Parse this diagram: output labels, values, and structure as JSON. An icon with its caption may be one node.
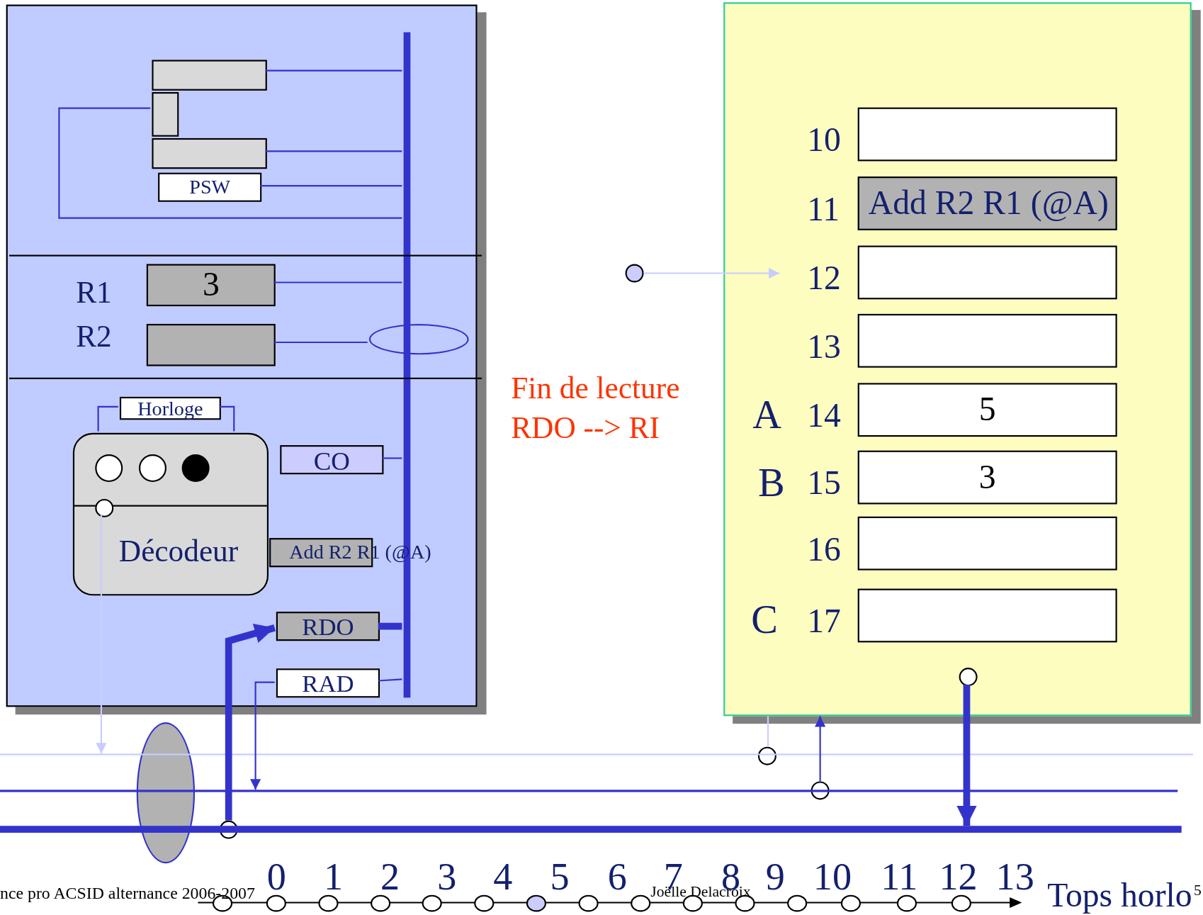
{
  "diagram": {
    "nodes": [
      {
        "text": [],
        "shape": "box"
      },
      {
        "text": [],
        "shape": "box",
        "in": 0
      },
      {
        "text": [],
        "shape": "box",
        "in": 0
      },
      {
        "text": [],
        "shape": "box",
        "in": 0
      },
      {
        "text": [
          "PSW"
        ],
        "in": 0
      },
      {
        "text": [
          "3"
        ],
        "beside": [
          "R1"
        ],
        "in": 0
      },
      {
        "text": [],
        "shape": "box",
        "beside": [
          "R2"
        ],
        "in": 0
      },
      {
        "text": [],
        "shape": "ellipse",
        "in": 0
      },
      {
        "text": [],
        "shape": "bar",
        "in": 0
      },
      {
        "text": [
          "Horloge"
        ],
        "in": 0
      },
      {
        "text": [
          "Décodeur"
        ],
        "in": 0
      },
      {
        "text": [],
        "shape": "circle",
        "in": 10
      },
      {
        "text": [],
        "shape": "circle",
        "in": 10
      },
      {
        "text": [],
        "shape": "circle",
        "in": 10
      },
      {
        "text": [],
        "shape": "circle",
        "in": 10
      },
      {
        "text": [
          "CO"
        ],
        "in": 0
      },
      {
        "text": [
          "Add R2 R1 (@A)"
        ],
        "in": 0
      },
      {
        "text": [
          "RDO"
        ],
        "in": 0
      },
      {
        "text": [
          "RAD"
        ],
        "in": 0
      },
      {
        "text": [],
        "shape": "box"
      },
      {
        "text": [],
        "shape": "box",
        "beside": [
          "10"
        ],
        "in": 19
      },
      {
        "text": [
          "Add R2 R1 (@A)"
        ],
        "beside": [
          "11"
        ],
        "in": 19
      },
      {
        "text": [],
        "shape": "box",
        "beside": [
          "12"
        ],
        "in": 19
      },
      {
        "text": [],
        "shape": "box",
        "beside": [
          "13"
        ],
        "in": 19
      },
      {
        "text": [
          "5"
        ],
        "beside": [
          "A",
          "14"
        ],
        "in": 19
      },
      {
        "text": [
          "3"
        ],
        "beside": [
          "B",
          "15"
        ],
        "in": 19
      },
      {
        "text": [],
        "shape": "box",
        "beside": [
          "16"
        ],
        "in": 19
      },
      {
        "text": [],
        "shape": "box",
        "beside": [
          "C",
          "17"
        ],
        "in": 19
      },
      {
        "text": [],
        "shape": "circle"
      },
      {
        "text": [],
        "shape": "ellipse"
      },
      {
        "text": [],
        "shape": "circle"
      },
      {
        "text": [],
        "shape": "circle"
      },
      {
        "text": [],
        "shape": "circle"
      },
      {
        "text": [],
        "shape": "circle",
        "in": 19
      },
      {
        "text": [],
        "shape": "bar"
      },
      {
        "text": [],
        "shape": "bar"
      },
      {
        "text": [],
        "shape": "bar"
      }
    ],
    "edges": [
      {
        "from": 1,
        "to": 8,
        "arrow": "none"
      },
      {
        "from": 2,
        "to": 8,
        "arrow": "none"
      },
      {
        "from": 3,
        "to": 8,
        "arrow": "none"
      },
      {
        "from": 4,
        "to": 8,
        "arrow": "none"
      },
      {
        "from": 5,
        "to": 8,
        "arrow": "none"
      },
      {
        "from": 6,
        "to": 7,
        "arrow": "none"
      },
      {
        "from": 9,
        "to": 10,
        "arrow": "none"
      },
      {
        "from": 9,
        "to": 10,
        "arrow": "none"
      },
      {
        "from": 15,
        "to": 8,
        "arrow": "none"
      },
      {
        "from": 17,
        "to": 8,
        "arrow": "none",
        "style": "thick"
      },
      {
        "from": 18,
        "to": 8,
        "arrow": "none"
      },
      {
        "from": 28,
        "to": 22,
        "arrow": "to",
        "color": "#c8ccff"
      },
      {
        "from": 14,
        "to": 34,
        "arrow": "to",
        "color": "#c8ccff"
      },
      {
        "from": 30,
        "to": 17,
        "arrow": "to",
        "style": "thick"
      },
      {
        "from": 18,
        "to": 35,
        "arrow": "to"
      },
      {
        "from": 31,
        "to": 19,
        "arrow": "none",
        "color": "#c8ccff"
      },
      {
        "from": 32,
        "to": 19,
        "arrow": "to"
      },
      {
        "from": 33,
        "to": 36,
        "arrow": "to",
        "style": "thick"
      }
    ],
    "labels": [
      "Fin de lecture RDO --> RI",
      "0",
      "1",
      "2",
      "3",
      "4",
      "5",
      "6",
      "7",
      "8",
      "9",
      "10",
      "11",
      "12",
      "13",
      "Tops horlo",
      "nce pro ACSID alternance  2006-2007",
      "Joëlle Delacroix",
      "5"
    ]
  }
}
